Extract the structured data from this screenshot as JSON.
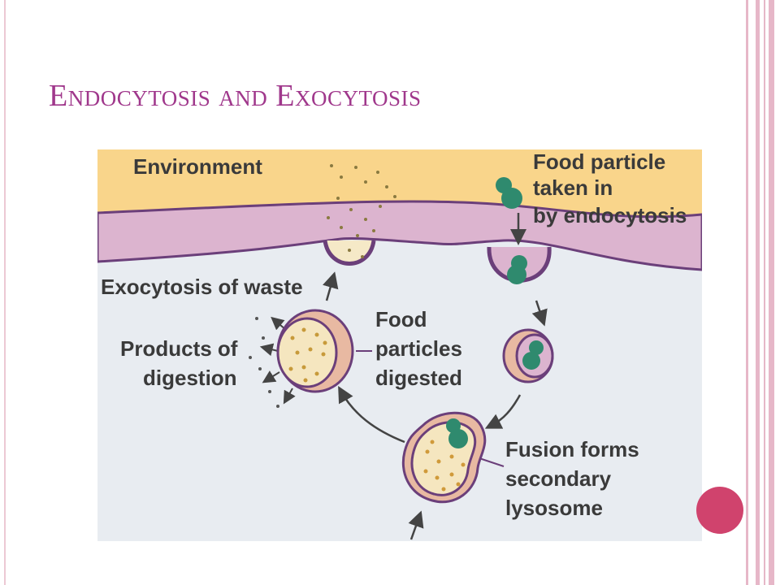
{
  "slide": {
    "title": "Endocytosis and Exocytosis"
  },
  "diagram": {
    "labels": {
      "environment": "Environment",
      "food_particle_1": "Food particle",
      "food_particle_2": "taken in",
      "food_particle_3": "by endocytosis",
      "exocytosis": "Exocytosis of waste",
      "products_1": "Products of",
      "products_2": "digestion",
      "digested_1": "Food",
      "digested_2": "particles",
      "digested_3": "digested",
      "fusion_1": "Fusion forms",
      "fusion_2": "secondary",
      "fusion_3": "lysosome"
    }
  },
  "colors": {
    "title": "#a0388c",
    "environment": "#f9d58b",
    "membrane": "#6b3f7a",
    "membrane_fill": "#dcb4cf",
    "cytoplasm": "#e8ecf1",
    "particle": "#2f8a6e",
    "accent_dot": "#d0436d",
    "frame": "#e6b7c8"
  }
}
